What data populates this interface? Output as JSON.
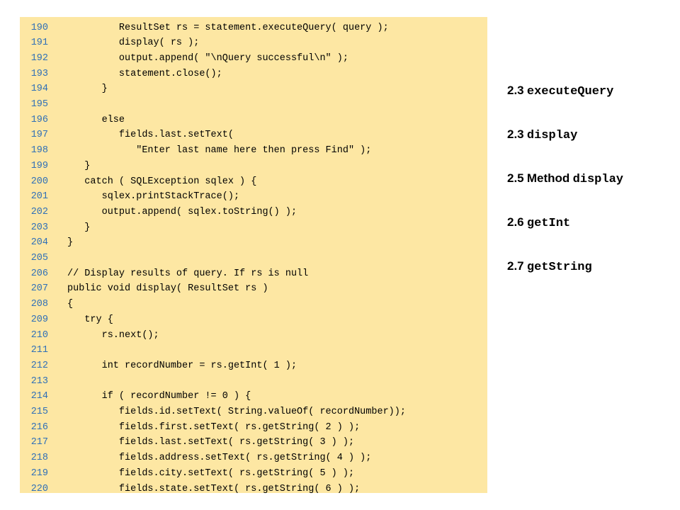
{
  "code": {
    "lines": [
      {
        "no": "190",
        "text": "         ResultSet rs = statement.executeQuery( query );"
      },
      {
        "no": "191",
        "text": "         display( rs );"
      },
      {
        "no": "192",
        "text": "         output.append( \"\\nQuery successful\\n\" );"
      },
      {
        "no": "193",
        "text": "         statement.close();"
      },
      {
        "no": "194",
        "text": "      }"
      },
      {
        "no": "195",
        "text": ""
      },
      {
        "no": "196",
        "text": "      else"
      },
      {
        "no": "197",
        "text": "         fields.last.setText("
      },
      {
        "no": "198",
        "text": "            \"Enter last name here then press Find\" );"
      },
      {
        "no": "199",
        "text": "   }"
      },
      {
        "no": "200",
        "text": "   catch ( SQLException sqlex ) {"
      },
      {
        "no": "201",
        "text": "      sqlex.printStackTrace();"
      },
      {
        "no": "202",
        "text": "      output.append( sqlex.toString() );"
      },
      {
        "no": "203",
        "text": "   }"
      },
      {
        "no": "204",
        "text": "}"
      },
      {
        "no": "205",
        "text": ""
      },
      {
        "no": "206",
        "text": "// Display results of query. If rs is null"
      },
      {
        "no": "207",
        "text": "public void display( ResultSet rs )"
      },
      {
        "no": "208",
        "text": "{"
      },
      {
        "no": "209",
        "text": "   try {"
      },
      {
        "no": "210",
        "text": "      rs.next();"
      },
      {
        "no": "211",
        "text": ""
      },
      {
        "no": "212",
        "text": "      int recordNumber = rs.getInt( 1 );"
      },
      {
        "no": "213",
        "text": ""
      },
      {
        "no": "214",
        "text": "      if ( recordNumber != 0 ) {"
      },
      {
        "no": "215",
        "text": "         fields.id.setText( String.valueOf( recordNumber));"
      },
      {
        "no": "216",
        "text": "         fields.first.setText( rs.getString( 2 ) );"
      },
      {
        "no": "217",
        "text": "         fields.last.setText( rs.getString( 3 ) );"
      },
      {
        "no": "218",
        "text": "         fields.address.setText( rs.getString( 4 ) );"
      },
      {
        "no": "219",
        "text": "         fields.city.setText( rs.getString( 5 ) );"
      },
      {
        "no": "220",
        "text": "         fields.state.setText( rs.getString( 6 ) );"
      }
    ]
  },
  "notes": [
    {
      "num": "2.3",
      "word": "",
      "code": "executeQuery"
    },
    {
      "num": "2.3",
      "word": "",
      "code": "display"
    },
    {
      "num": "2.5",
      "word": "Method",
      "code": "display"
    },
    {
      "num": "2.6",
      "word": "",
      "code": "getInt"
    },
    {
      "num": "2.7",
      "word": "",
      "code": "getString"
    }
  ],
  "colors": {
    "code_background": "#fde7a3",
    "line_number": "#2f6fb7",
    "text": "#000000"
  }
}
